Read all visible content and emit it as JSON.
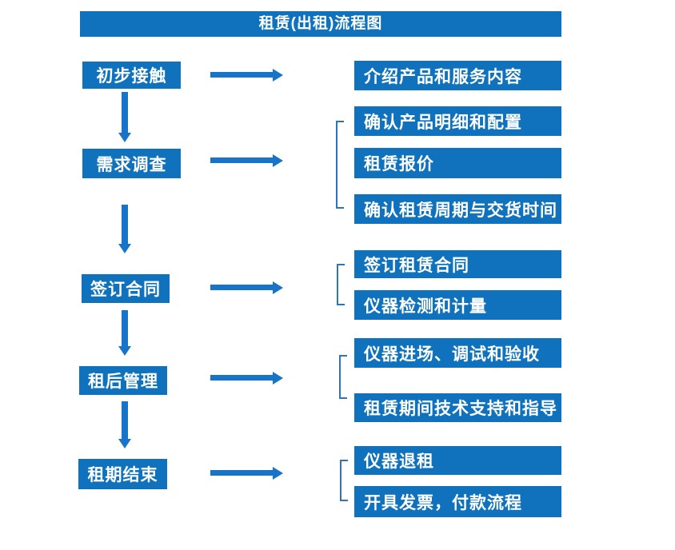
{
  "title": "租赁(出租)流程图",
  "colors": {
    "box_blue": "#1072BC",
    "arrow_blue": "#1874C9",
    "bracket_blue": "#2E74B9",
    "text_white": "#FFFFFF",
    "background": "#FFFFFF"
  },
  "steps": [
    {
      "label": "初步接触",
      "details": [
        "介绍产品和服务内容"
      ]
    },
    {
      "label": "需求调查",
      "details": [
        "确认产品明细和配置",
        "租赁报价",
        "确认租赁周期与交货时间"
      ]
    },
    {
      "label": "签订合同",
      "details": [
        "签订租赁合同",
        "仪器检测和计量"
      ]
    },
    {
      "label": "租后管理",
      "details": [
        "仪器进场、调试和验收",
        "租赁期间技术支持和指导"
      ]
    },
    {
      "label": "租期结束",
      "details": [
        "仪器退租",
        "开具发票，付款流程"
      ]
    }
  ]
}
